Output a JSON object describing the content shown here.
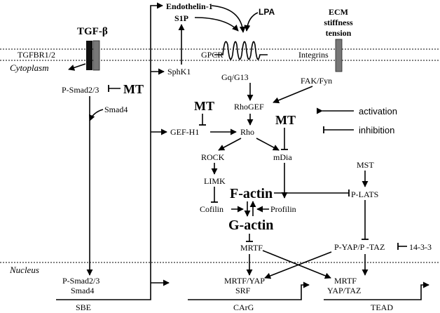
{
  "regions": {
    "cytoplasm": "Cytoplasm",
    "nucleus": "Nucleus"
  },
  "receptors": {
    "tgfb": "TGF-β",
    "tgfbr": "TGFBR1/2",
    "gpcr": "GPCR",
    "integrins": "Integrins",
    "ecm_line1": "ECM",
    "ecm_line2": "stiffness",
    "ecm_line3": "tension"
  },
  "ligands": {
    "endothelin": "Endothelin-1",
    "s1p": "S1P",
    "lpa": "LPA"
  },
  "nodes": {
    "p_smad23": "P-Smad2/3",
    "smad4": "Smad4",
    "sphk1": "SphK1",
    "gq_g13": "Gq/G13",
    "fak_fyn": "FAK/Fyn",
    "rhogef": "RhoGEF",
    "gef_h1": "GEF-H1",
    "rho": "Rho",
    "rock": "ROCK",
    "mdia": "mDia",
    "limk": "LIMK",
    "f_actin": "F-actin",
    "g_actin": "G-actin",
    "cofilin": "Cofilin",
    "profilin": "Profilin",
    "mrtf": "MRTF",
    "mst": "MST",
    "p_lats": "P-LATS",
    "p_yap_taz": "P-YAP/P -TAZ",
    "p1433": "14-3-3"
  },
  "inhibitors": {
    "mt_smad": "MT",
    "mt_gef": "MT",
    "mt_mdia": "MT"
  },
  "legend": {
    "activation": "activation",
    "inhibition": "inhibition"
  },
  "nuclear": {
    "smad_line1": "P-Smad2/3",
    "smad_line2": "Smad4",
    "sbe": "SBE",
    "mrtf_yap_line1": "MRTF/YAP",
    "mrtf_yap_line2": "SRF",
    "carg": "CArG",
    "mrtf_taz_line1": "MRTF",
    "mrtf_taz_line2": "YAP/TAZ",
    "tead": "TEAD"
  },
  "colors": {
    "receptor_black": "#111111",
    "receptor_gray": "#777777",
    "line": "#000000"
  }
}
